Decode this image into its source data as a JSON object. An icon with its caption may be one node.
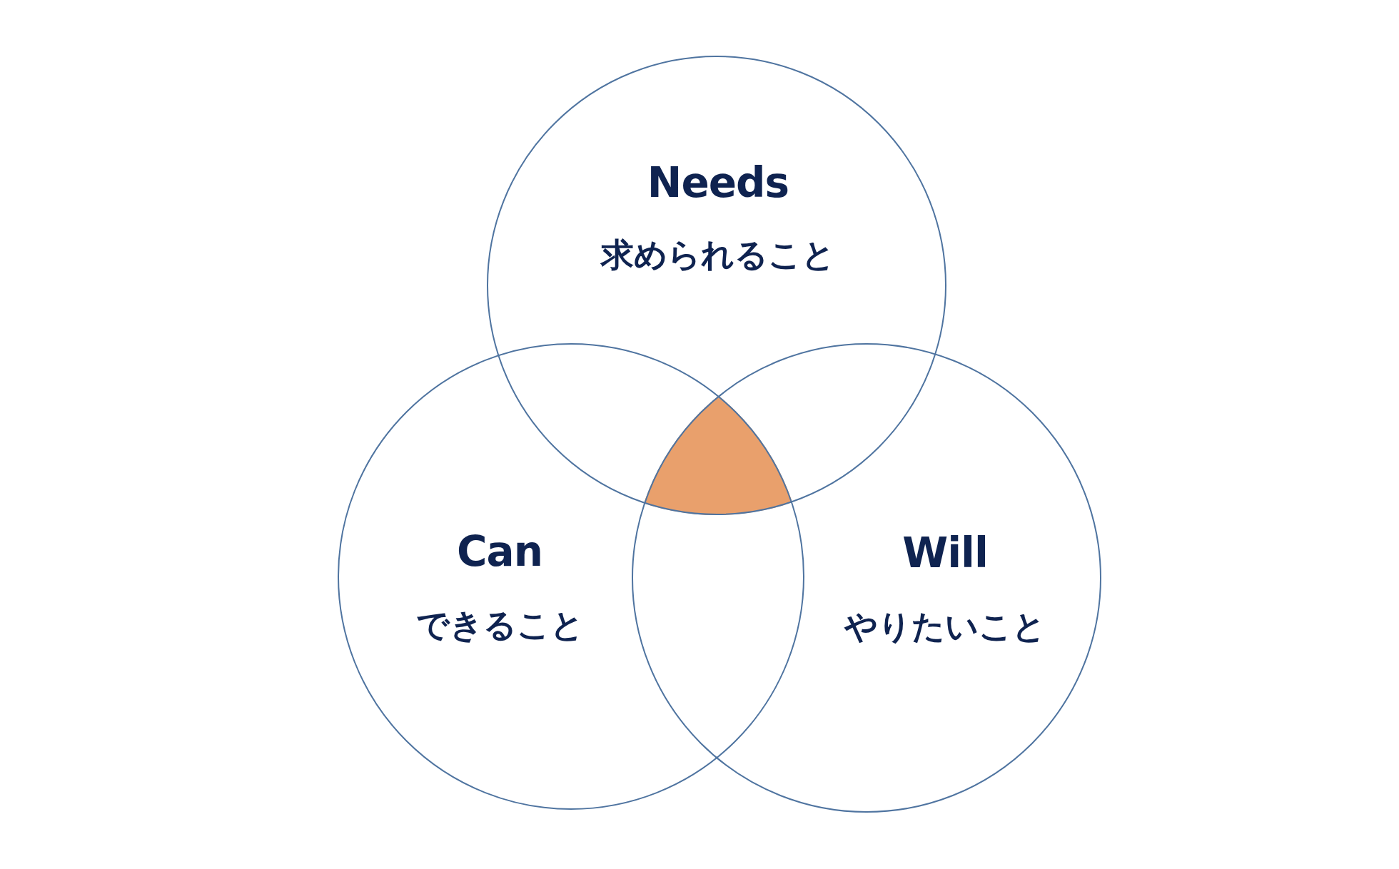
{
  "diagram": {
    "nodes": [
      {
        "text": [
          "Needs",
          "求められること"
        ]
      },
      {
        "text": [
          "Can",
          "できること"
        ]
      },
      {
        "text": [
          "Will",
          "やりたいこと"
        ]
      }
    ]
  }
}
